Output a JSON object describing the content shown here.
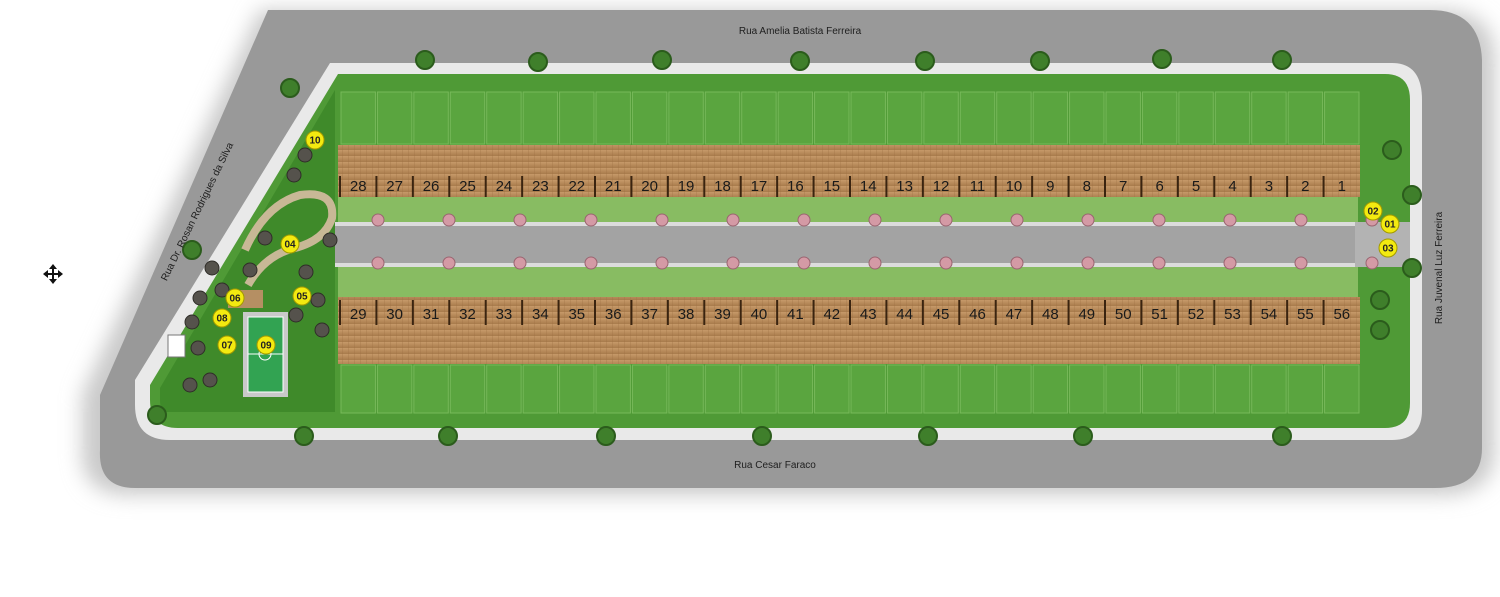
{
  "map": {
    "roads": {
      "north": "Rua Amelia Batista Ferreira",
      "south": "Rua Cesar Faraco",
      "west": "Rua Dr. Rosan Rodrigues da Silva",
      "east": "Rua Juvenal Luz Ferreira"
    },
    "top_row_units": [
      "28",
      "27",
      "26",
      "25",
      "24",
      "23",
      "22",
      "21",
      "20",
      "19",
      "18",
      "17",
      "16",
      "15",
      "14",
      "13",
      "12",
      "11",
      "10",
      "9",
      "8",
      "7",
      "6",
      "5",
      "4",
      "3",
      "2",
      "1"
    ],
    "bottom_row_units": [
      "29",
      "30",
      "31",
      "32",
      "33",
      "34",
      "35",
      "36",
      "37",
      "38",
      "39",
      "40",
      "41",
      "42",
      "43",
      "44",
      "45",
      "46",
      "47",
      "48",
      "49",
      "50",
      "51",
      "52",
      "53",
      "54",
      "55",
      "56"
    ],
    "amenities": [
      "01",
      "02",
      "03",
      "04",
      "05",
      "06",
      "07",
      "08",
      "09",
      "10"
    ],
    "colors": {
      "road": "#9a9a9a",
      "lawn": "#4f9a36",
      "roof": "#b98b5c",
      "marker": "#f3ea10"
    }
  },
  "icons": {
    "move": "move-arrows-icon"
  }
}
